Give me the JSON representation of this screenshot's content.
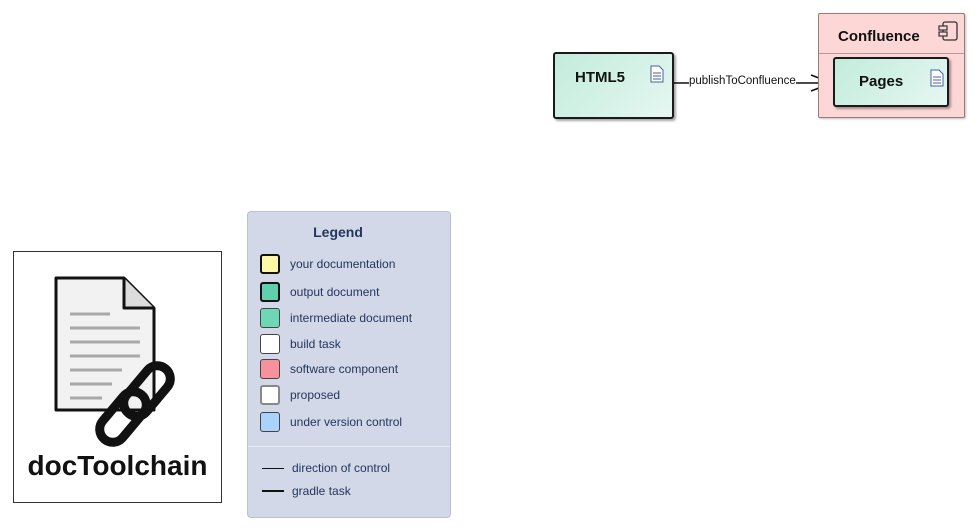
{
  "diagram": {
    "nodes": {
      "html5": {
        "label": "HTML5",
        "icon": "document-icon"
      },
      "confluence": {
        "label": "Confluence",
        "icon": "component-icon"
      },
      "pages": {
        "label": "Pages",
        "icon": "document-icon"
      }
    },
    "edges": [
      {
        "from": "HTML5",
        "to": "Pages",
        "label": "publishToConfluence"
      }
    ]
  },
  "logo": {
    "text": "docToolchain",
    "icon": "document-chain-icon"
  },
  "legend": {
    "title": "Legend",
    "items": [
      {
        "label": "your documentation",
        "color": "#fff7a8"
      },
      {
        "label": "output document",
        "color": "#5fd0ab"
      },
      {
        "label": "intermediate document",
        "color": "#6ed8b6"
      },
      {
        "label": "build task",
        "color": "#ffffff"
      },
      {
        "label": "software component",
        "color": "#f7929c"
      },
      {
        "label": "proposed",
        "color": "#ffffff"
      },
      {
        "label": "under version control",
        "color": "#a9d3fb"
      }
    ],
    "lines": [
      {
        "label": "direction of control"
      },
      {
        "label": "gradle task"
      }
    ]
  }
}
